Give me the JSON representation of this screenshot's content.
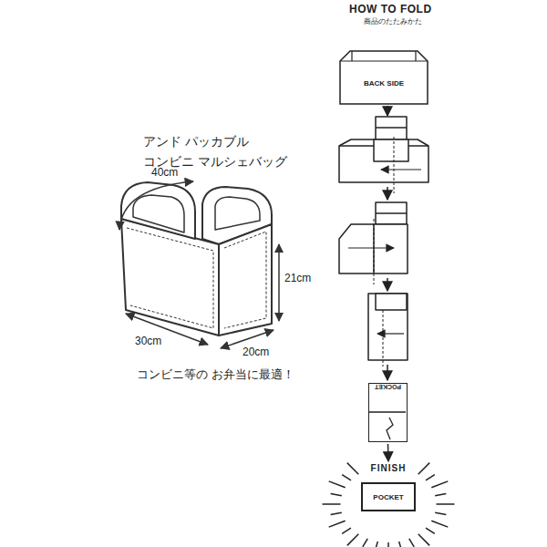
{
  "diagram": {
    "title": "HOW TO FOLD",
    "nodes": [
      {
        "text": [
          "BACK SIDE"
        ]
      },
      {
        "text": [
          "POCKET"
        ]
      },
      {
        "text": [
          "FINISH",
          "POCKET"
        ]
      }
    ],
    "edges": [
      {
        "from": 1,
        "to": 2,
        "arrow": "to"
      }
    ],
    "labels": [
      "商品のたたみかた",
      "アンド パッカブル コンビニ マルシェバッグ",
      "40cm",
      "21cm",
      "30cm",
      "20cm",
      "コンビニ等の お弁当に最適！"
    ]
  }
}
